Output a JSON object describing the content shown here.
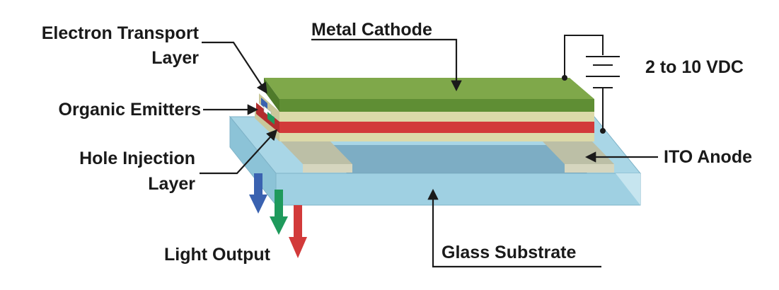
{
  "diagram": {
    "labels": {
      "electron_transport_line1": "Electron Transport",
      "electron_transport_line2": "Layer",
      "metal_cathode": "Metal Cathode",
      "voltage": "2 to 10 VDC",
      "organic_emitters": "Organic Emitters",
      "hole_injection_line1": "Hole Injection",
      "hole_injection_line2": "Layer",
      "ito_anode": "ITO Anode",
      "light_output": "Light Output",
      "glass_substrate": "Glass Substrate"
    },
    "colors": {
      "metal_cathode": "#7fa84a",
      "electron_transport": "#d8d6a6",
      "organic_emitter": "#d23a3a",
      "hole_injection": "#d8d6a6",
      "glass": "#a8d5e6",
      "ito_anode": "#b9bca2",
      "arrow_blue": "#3a62b0",
      "arrow_green": "#1f9a5c",
      "arrow_red": "#d23a3a"
    }
  }
}
